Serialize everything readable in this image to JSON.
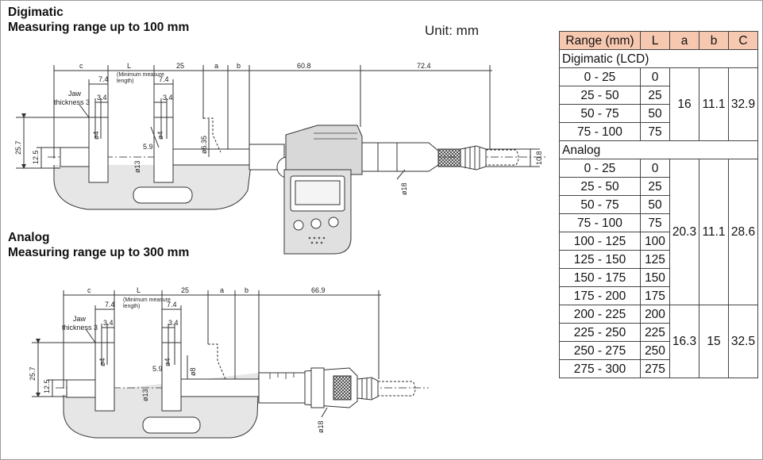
{
  "unit_label": "Unit: mm",
  "digimatic": {
    "title": "Digimatic",
    "subtitle": "Measuring range up to 100 mm",
    "dims": {
      "c": "c",
      "L": "L",
      "d25": "25",
      "a": "a",
      "b": "b",
      "d60": "60.8",
      "d72": "72.4",
      "t74a": "7.4",
      "t74b": "7.4",
      "min1": "(Minimum measure",
      "min2": "length)",
      "jaw1": "Jaw",
      "jaw2": "thickness 3",
      "t34a": "3.4",
      "t34b": "3.4",
      "p4a": "ø4",
      "p4b": "ø4",
      "h257": "25.7",
      "h125": "12.5",
      "t59": "5.9",
      "p13": "ø13",
      "p635": "ø6.35",
      "p18": "ø18",
      "h108": "10.8"
    }
  },
  "analog": {
    "title": "Analog",
    "subtitle": "Measuring range up to 300 mm",
    "dims": {
      "c": "c",
      "L": "L",
      "d25": "25",
      "a": "a",
      "b": "b",
      "d669": "66.9",
      "t74a": "7.4",
      "t74b": "7.4",
      "min1": "(Minimum measure",
      "min2": "length)",
      "jaw1": "Jaw",
      "jaw2": "thickness 3",
      "t34a": "3.4",
      "t34b": "3.4",
      "p4a": "ø4",
      "p4b": "ø4",
      "h257": "25.7",
      "h125": "12.5",
      "t59": "5.9",
      "p13": "ø13",
      "p8": "ø8",
      "p18": "ø18"
    }
  },
  "table": {
    "headers": [
      "Range (mm)",
      "L",
      "a",
      "b",
      "C"
    ],
    "header_color": "#f7c8b0",
    "digimatic_label": "Digimatic (LCD)",
    "digimatic_rows": [
      [
        "0 - 25",
        "0"
      ],
      [
        "25 - 50",
        "25"
      ],
      [
        "50 - 75",
        "50"
      ],
      [
        "75 - 100",
        "75"
      ]
    ],
    "digimatic_merged": [
      "16",
      "11.1",
      "32.9"
    ],
    "analog_label": "Analog",
    "analog_rows": [
      [
        "0 - 25",
        "0"
      ],
      [
        "25 - 50",
        "25"
      ],
      [
        "50 - 75",
        "50"
      ],
      [
        "75 - 100",
        "75"
      ],
      [
        "100 - 125",
        "100"
      ],
      [
        "125 - 150",
        "125"
      ],
      [
        "150 - 175",
        "150"
      ],
      [
        "175 - 200",
        "175"
      ],
      [
        "200 - 225",
        "200"
      ],
      [
        "225 - 250",
        "225"
      ],
      [
        "250 - 275",
        "250"
      ],
      [
        "275 - 300",
        "275"
      ]
    ],
    "analog_merged_a": [
      "20.3",
      "11.1",
      "28.6"
    ],
    "analog_merged_b": [
      "16.3",
      "15",
      "32.5"
    ]
  }
}
